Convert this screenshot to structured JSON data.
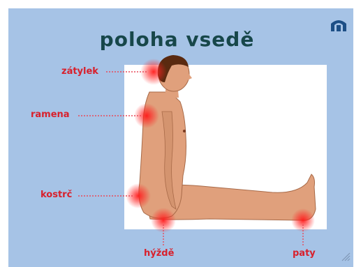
{
  "title": "poloha  vsedě",
  "labels": {
    "neck": "zátylek",
    "shoulders": "ramena",
    "tailbone": "kostrč",
    "buttocks": "hýždě",
    "heels": "paty"
  },
  "icons": {
    "home": "home-icon",
    "resize": "resize-grip-icon"
  },
  "colors": {
    "background": "#a6c3e6",
    "title": "#17474a",
    "label": "#d8202c",
    "skin": "#e0a07c",
    "panel": "#ffffff"
  }
}
